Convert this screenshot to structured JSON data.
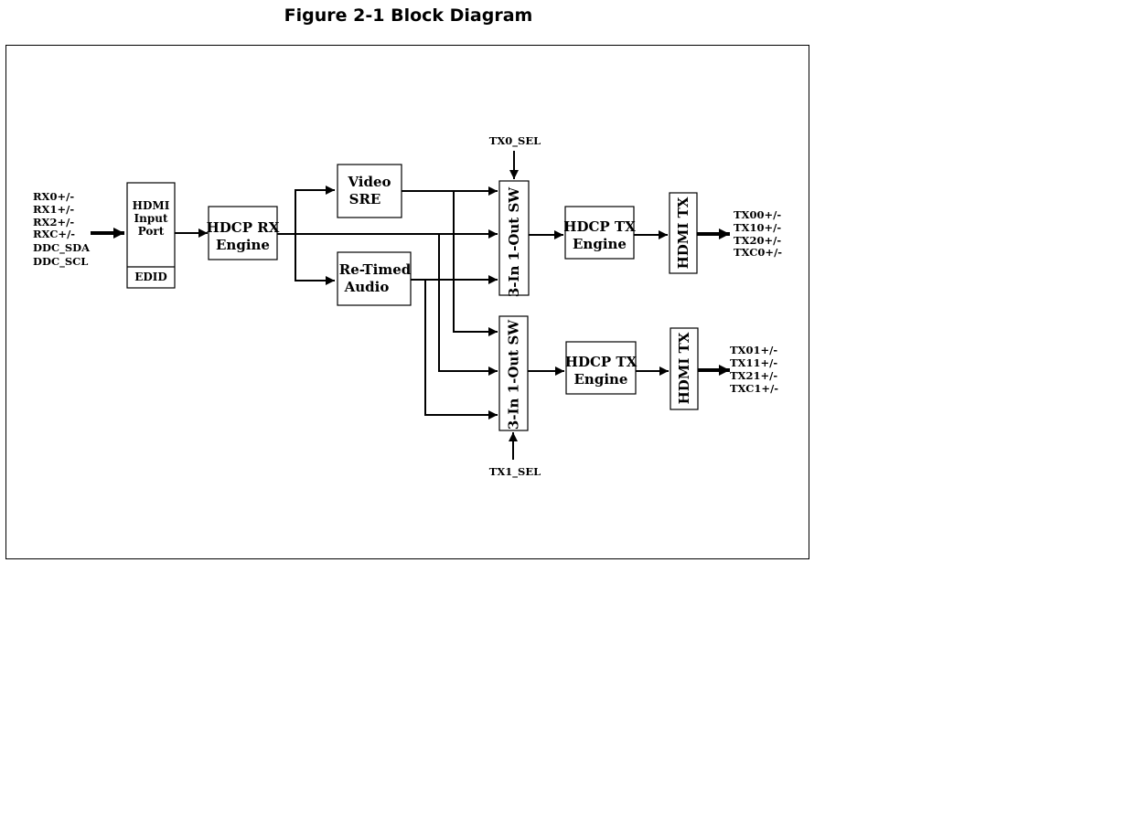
{
  "figure": {
    "title": "Figure 2-1  Block Diagram"
  },
  "inputs": {
    "signals": [
      "RX0+/-",
      "RX1+/-",
      "RX2+/-",
      "RXC+/-",
      "DDC_SDA",
      "DDC_SCL"
    ]
  },
  "blocks": {
    "hdmi_input": {
      "lines": [
        "HDMI",
        "Input",
        "Port"
      ],
      "sub": "EDID"
    },
    "hdcp_rx": {
      "lines": [
        "HDCP RX",
        "Engine"
      ]
    },
    "video_sre": {
      "lines": [
        "Video",
        "SRE"
      ]
    },
    "retimed_audio": {
      "lines": [
        "Re-Timed",
        "Audio"
      ]
    },
    "switch_0": {
      "label": "3-In 1-Out SW"
    },
    "switch_1": {
      "label": "3-In 1-Out SW"
    },
    "hdcp_tx_0": {
      "lines": [
        "HDCP TX",
        "Engine"
      ]
    },
    "hdcp_tx_1": {
      "lines": [
        "HDCP TX",
        "Engine"
      ]
    },
    "hdmi_tx_0": {
      "label": "HDMI TX"
    },
    "hdmi_tx_1": {
      "label": "HDMI TX"
    }
  },
  "selects": {
    "tx0": "TX0_SEL",
    "tx1": "TX1_SEL"
  },
  "outputs": {
    "tx0": [
      "TX00+/-",
      "TX10+/-",
      "TX20+/-",
      "TXC0+/-"
    ],
    "tx1": [
      "TX01+/-",
      "TX11+/-",
      "TX21+/-",
      "TXC1+/-"
    ]
  }
}
